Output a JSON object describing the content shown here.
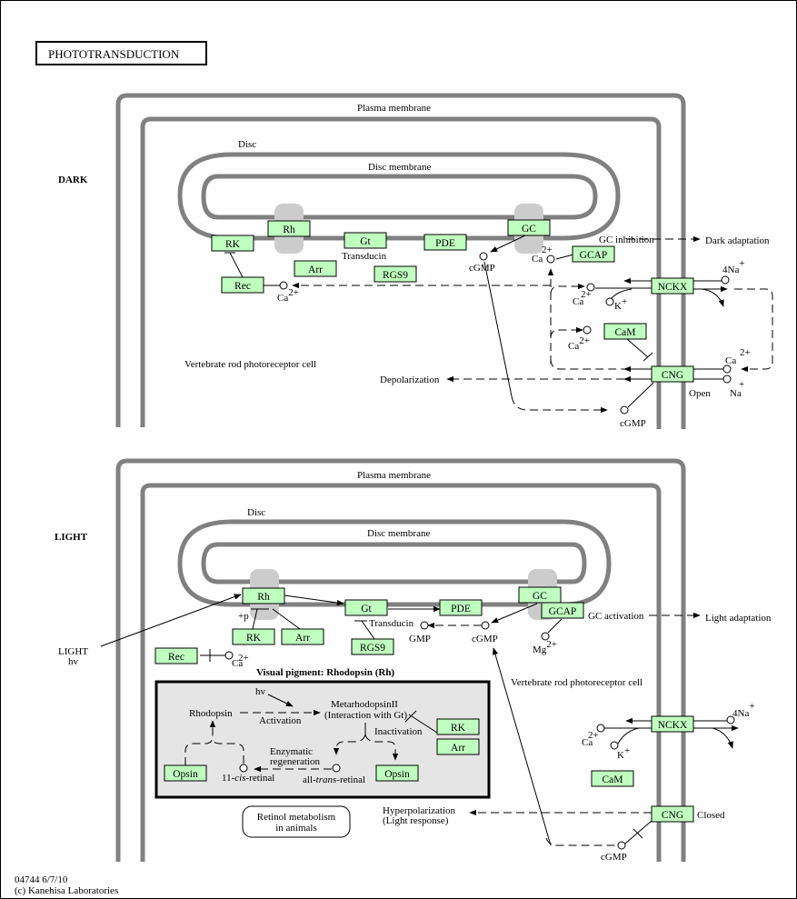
{
  "title": "PHOTOTRANSDUCTION",
  "footer": {
    "id_date": "04744 6/7/10",
    "copyright": "(c) Kanehisa Laboratories"
  },
  "colors": {
    "gene_fill": "#bfffbf",
    "membrane": "#808080",
    "channel": "#cccccc",
    "inset_bg": "#e5e5e5"
  },
  "dark": {
    "state_label": "DARK",
    "plasma_membrane": "Plasma membrane",
    "disc": "Disc",
    "disc_membrane": "Disc membrane",
    "cell_label": "Vertebrate rod photoreceptor cell",
    "genes": {
      "rh": "Rh",
      "rk": "RK",
      "gt": "Gt",
      "pde": "PDE",
      "gc": "GC",
      "gcap": "GCAP",
      "arr": "Arr",
      "rgs9": "RGS9",
      "rec": "Rec",
      "nckx": "NCKX",
      "cam": "CaM",
      "cng": "CNG"
    },
    "labels": {
      "transducin": "Transducin",
      "cgmp": "cGMP",
      "ca": "Ca",
      "charge2": "2+",
      "gc_inhibition": "GC inhibition",
      "dark_adaptation": "Dark adaptation",
      "na4": "4Na",
      "plus": "+",
      "k": "K",
      "na": "Na",
      "open": "Open",
      "depolarization": "Depolarization"
    }
  },
  "light": {
    "state_label": "LIGHT",
    "plasma_membrane": "Plasma membrane",
    "disc": "Disc",
    "disc_membrane": "Disc membrane",
    "cell_label": "Vertebrate rod photoreceptor cell",
    "light_input": "LIGHT",
    "hv": "hv",
    "genes": {
      "rh": "Rh",
      "rk": "RK",
      "arr": "Arr",
      "gt": "Gt",
      "pde": "PDE",
      "gc": "GC",
      "gcap": "GCAP",
      "rgs9": "RGS9",
      "rec": "Rec",
      "nckx": "NCKX",
      "cam": "CaM",
      "cng": "CNG"
    },
    "labels": {
      "plus_p": "+p",
      "transducin": "Transducin",
      "gmp": "GMP",
      "cgmp": "cGMP",
      "mg": "Mg",
      "charge2": "2+",
      "ca": "Ca",
      "gc_activation": "GC activation",
      "light_adaptation": "Light adaptation",
      "na4": "4Na",
      "plus": "+",
      "k": "K",
      "closed": "Closed",
      "hyperpolarization": "Hyperpolarization",
      "light_response": "(Light response)"
    },
    "inset": {
      "title": "Visual pigment: Rhodopsin (Rh)",
      "hv": "hv",
      "rhodopsin": "Rhodopsin",
      "activation": "Activation",
      "metarhodopsin": "MetarhodopsinII",
      "interaction": "(Interaction with Gt)",
      "inactivation": "Inactivation",
      "enzymatic": "Enzymatic",
      "regeneration": "regeneration",
      "cis_prefix": "11-",
      "cis_italic": "cis",
      "cis_suffix": "-retinal",
      "trans_prefix": "all-",
      "trans_italic": "trans",
      "trans_suffix": "-retinal",
      "genes": {
        "rk": "RK",
        "arr": "Arr",
        "opsin_left": "Opsin",
        "opsin_right": "Opsin"
      }
    },
    "map_link": {
      "line1": "Retinol metabolism",
      "line2": "in animals"
    }
  }
}
